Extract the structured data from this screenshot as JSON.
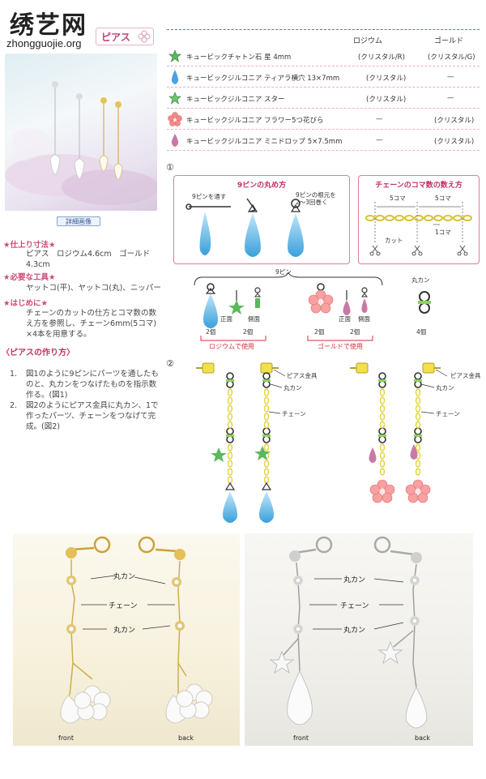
{
  "logo": {
    "cn": "绣艺网",
    "url": "zhongguojie.org"
  },
  "title_banner": "ピアス",
  "detail_button": "詳細画像",
  "sections": {
    "size": {
      "head": "★仕上り寸法★",
      "body1": "ピアス　ロジウム4.6cm　ゴールド",
      "body2": "4.3cm"
    },
    "tools": {
      "head": "★必要な工具★",
      "body": "ヤットコ(平)、ヤットコ(丸)、ニッパー"
    },
    "intro": {
      "head": "★はじめに★",
      "body1": "チェーンのカットの仕方とコマ数の数",
      "body2": "え方を参照し、チェーン6mm(5コマ)",
      "body3": "×4本を用意する。"
    }
  },
  "making": {
    "head": "〈ピアスの作り方〉",
    "steps": [
      {
        "num": "1.",
        "l1": "図1のように9ピンにパーツを通したも",
        "l2": "のと、丸カンをつなげたものを指示数",
        "l3": "作る。(図1)"
      },
      {
        "num": "2.",
        "l1": "図2のようにピアス金具に丸カン、1で",
        "l2": "作ったパーツ、チェーンをつなげて完",
        "l3": "成。(図2)"
      }
    ]
  },
  "parts_table": {
    "col_rhodium": "ロジウム",
    "col_gold": "ゴールド",
    "rows": [
      {
        "name": "キュービックチャトン石 星 4mm",
        "rhodium": "(クリスタル/R)",
        "gold": "(クリスタル/G)",
        "icon": "star",
        "color": "#5cb85c"
      },
      {
        "name": "キュービックジルコニア ティアラ横穴 13×7mm",
        "rhodium": "(クリスタル)",
        "gold": "—",
        "icon": "drop",
        "color": "#4aa3df"
      },
      {
        "name": "キュービックジルコニア スター",
        "rhodium": "(クリスタル)",
        "gold": "—",
        "icon": "star",
        "color": "#6cc46c"
      },
      {
        "name": "キュービックジルコニア フラワー5つ花びら",
        "rhodium": "—",
        "gold": "(クリスタル)",
        "icon": "flower",
        "color": "#f28a8a"
      },
      {
        "name": "キュービックジルコニア ミニドロップ 5×7.5mm",
        "rhodium": "—",
        "gold": "(クリスタル)",
        "icon": "minidrop",
        "color": "#c77aa6"
      }
    ]
  },
  "fig1": {
    "num": "①",
    "pin_box": {
      "title": "9ピンの丸め方",
      "label_pass": "9ピンを通す",
      "label_bend1": "9ピンの根元を",
      "label_bend2": "2～3回巻く"
    },
    "chain_box": {
      "title": "チェーンのコマ数の数え方",
      "label_5a": "5コマ",
      "label_5b": "5コマ",
      "label_1": "1コマ",
      "label_cut": "カット"
    },
    "pin_label": "9ピン",
    "ring_label": "丸カン",
    "front": "正面",
    "side": "側面",
    "counts": [
      "2個",
      "2個",
      "2個",
      "2個",
      "4個"
    ],
    "rhodium_use": "ロジウムで使用",
    "gold_use": "ゴールドで使用"
  },
  "fig2": {
    "num": "②",
    "piercing_left": "ピアス金具",
    "ring_left": "丸カン",
    "chain_left": "チェーン",
    "piercing_right": "ピアス金具",
    "ring_right": "丸カン",
    "chain_right": "チェーン"
  },
  "bottom_photos": {
    "gold": {
      "ring1": "丸カン",
      "chain": "チェーン",
      "ring2": "丸カン",
      "front": "front",
      "back": "back"
    },
    "silver": {
      "ring1": "丸カン",
      "chain": "チェーン",
      "ring2": "丸カン",
      "front": "front",
      "back": "back"
    }
  }
}
